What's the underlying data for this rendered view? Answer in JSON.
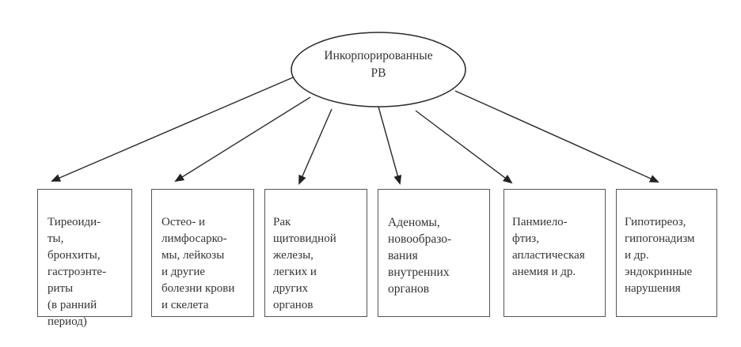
{
  "root": {
    "lines": [
      "Инкорпорированные",
      "РВ"
    ]
  },
  "consequences": [
    {
      "text": "Тиреоиди-\nты,\nбронхиты,\nгастроэнте-\nриты\n(в ранний\nпериод)"
    },
    {
      "text": "Остео- и\nлимфосарко-\nмы, лейкозы\nи другие\nболезни крови\nи скелета"
    },
    {
      "text": "Рак\nщитовидной\nжелезы,\nлегких и\nдругих\nорганов"
    },
    {
      "text": "Аденомы,\nновообразо-\nвания\nвнутренних\nорганов"
    },
    {
      "text": "Панмиело-\nфтиз,\nапластическая\nанемия и др."
    },
    {
      "text": "Гипотиреоз,\nгипогонадизм\nи др.\nэндокринные\nнарушения"
    }
  ],
  "colors": {
    "stroke": "#2a2a2a",
    "text": "#333333",
    "background": "#ffffff"
  }
}
